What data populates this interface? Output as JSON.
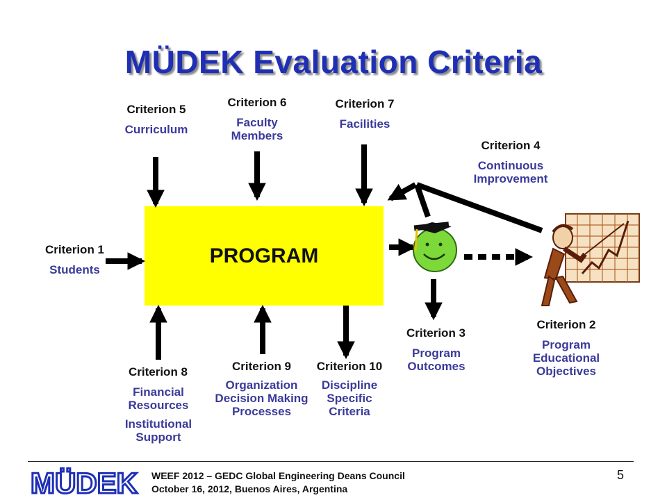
{
  "title": "MÜDEK Evaluation Criteria",
  "program_label": "PROGRAM",
  "criteria": {
    "c1": {
      "title": "Criterion 1",
      "desc": "Students"
    },
    "c2": {
      "title": "Criterion 2",
      "desc": "Program Educational Objectives"
    },
    "c3": {
      "title": "Criterion 3",
      "desc": "Program Outcomes"
    },
    "c4": {
      "title": "Criterion 4",
      "desc": "Continuous Improvement"
    },
    "c5": {
      "title": "Criterion 5",
      "desc": "Curriculum"
    },
    "c6": {
      "title": "Criterion 6",
      "desc": "Faculty Members"
    },
    "c7": {
      "title": "Criterion 7",
      "desc": "Facilities"
    },
    "c8": {
      "title": "Criterion 8",
      "desc": "Financial Resources",
      "desc2": "Institutional Support"
    },
    "c9": {
      "title": "Criterion 9",
      "desc": "Organization Decision Making Processes"
    },
    "c10": {
      "title": "Criterion 10",
      "desc": "Discipline Specific Criteria"
    }
  },
  "footer": {
    "logo_text": "MÜDEK",
    "line1": "WEEF 2012 – GEDC Global Engineering Deans Council",
    "line2": "October 16, 2012, Buenos Aires, Argentina",
    "page_number": "5"
  },
  "colors": {
    "title": "#1f2fb5",
    "program_box": "#ffff00",
    "criterion_desc": "#3a3a9a",
    "graduate_face": "#7dd83a"
  }
}
